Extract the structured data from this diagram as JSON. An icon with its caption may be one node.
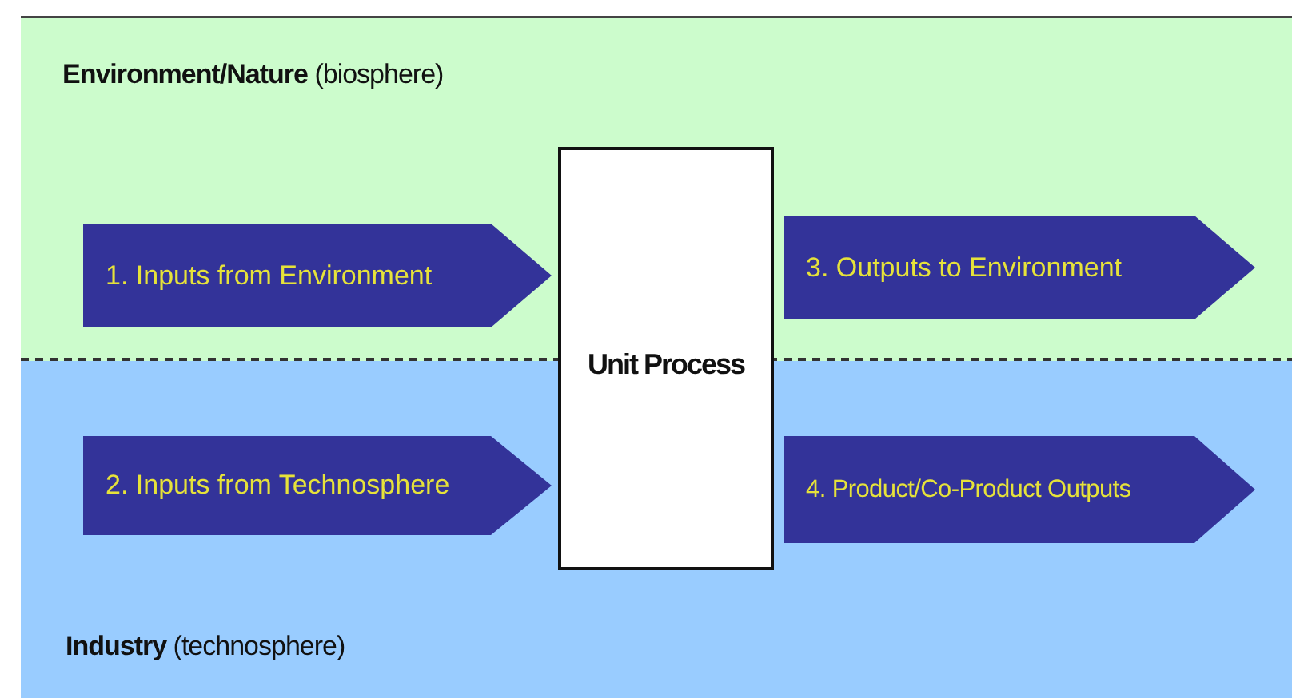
{
  "diagram": {
    "nodes": [
      {
        "text": [
          "**Environment/Nature** (biosphere)"
        ]
      },
      {
        "text": [
          "1. Inputs from Environment"
        ],
        "in": 0
      },
      {
        "text": [
          "3. Outputs to Environment"
        ],
        "in": 0
      },
      {
        "text": [
          "**Industry** (technosphere)"
        ]
      },
      {
        "text": [
          "2. Inputs from Technosphere"
        ],
        "in": 3
      },
      {
        "text": [
          "4. Product/Co-Product Outputs"
        ],
        "in": 3
      },
      {
        "text": [
          "Unit Process"
        ]
      }
    ]
  }
}
